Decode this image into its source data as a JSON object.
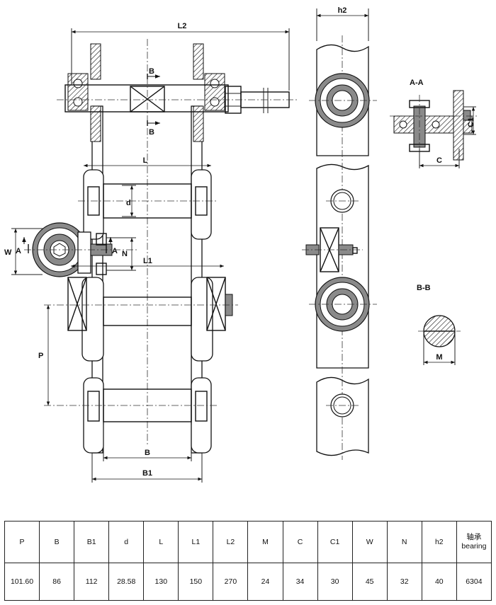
{
  "labels": {
    "L2": "L2",
    "L": "L",
    "L1": "L1",
    "d": "d",
    "P": "P",
    "B": "B",
    "B1": "B1",
    "W": "W",
    "N": "N",
    "h2": "h2",
    "A": "A",
    "section_aa": "A-A",
    "section_bb": "B-B",
    "C": "C",
    "C1": "C1",
    "M": "M"
  },
  "table": {
    "headers": [
      "P",
      "B",
      "B1",
      "d",
      "L",
      "L1",
      "L2",
      "M",
      "C",
      "C1",
      "W",
      "N",
      "h2",
      "轴承",
      "bearing"
    ],
    "values": [
      "101.60",
      "86",
      "112",
      "28.58",
      "130",
      "150",
      "270",
      "24",
      "34",
      "30",
      "45",
      "32",
      "40",
      "6304"
    ]
  }
}
